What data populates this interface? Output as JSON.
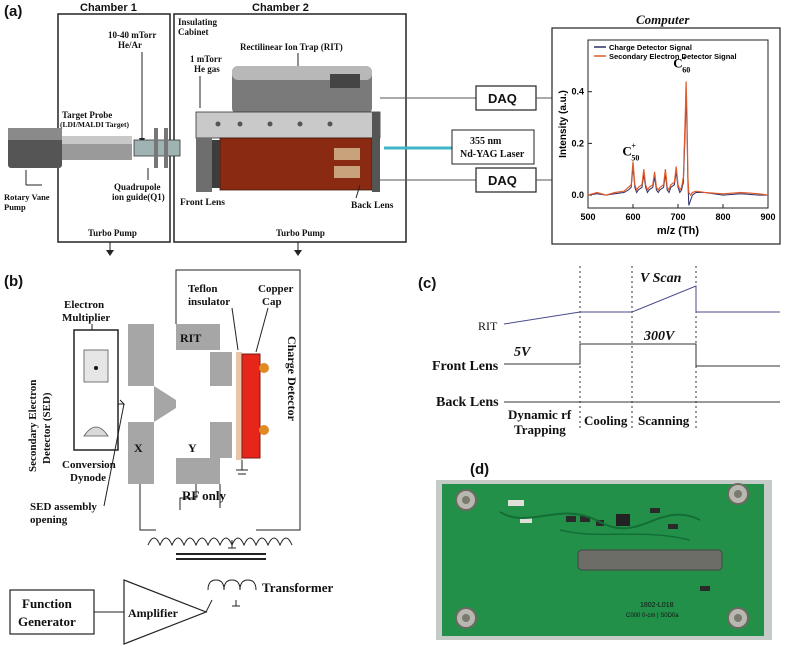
{
  "panel_labels": {
    "a": "(a)",
    "b": "(b)",
    "c": "(c)",
    "d": "(d)"
  },
  "panel_a": {
    "chamber1": "Chamber 1",
    "chamber2": "Chamber 2",
    "insulating": [
      "Insulating",
      "Cabinet"
    ],
    "pressure1": [
      "10-40 mTorr",
      "He/Ar"
    ],
    "pressure2": [
      "1 mTorr",
      "He gas"
    ],
    "rit_label": "Rectilinear Ion Trap (RIT)",
    "target_probe": [
      "Target Probe",
      "(LDI/MALDI Target)"
    ],
    "rotary_pump": [
      "Rotary Vane",
      "Pump"
    ],
    "quadrupole": [
      "Quadrupole",
      "ion guide(Q1)"
    ],
    "front_lens": "Front Lens",
    "back_lens": "Back Lens",
    "turbo1": "Turbo Pump",
    "turbo2": "Turbo Pump",
    "daq_top": "DAQ",
    "daq_bottom": "DAQ",
    "laser": [
      "355 nm",
      "Nd-YAG Laser"
    ],
    "computer": "Computer"
  },
  "chart_data": {
    "type": "line",
    "title": "",
    "xlabel": "m/z (Th)",
    "ylabel": "Intensity (a.u.)",
    "xlim": [
      500,
      900
    ],
    "ylim": [
      -0.05,
      0.6
    ],
    "xticks": [
      "500",
      "600",
      "700",
      "800",
      "900"
    ],
    "yticks": [
      "0.0",
      "0.2",
      "0.4"
    ],
    "legend": "top-left",
    "series": [
      {
        "name": "Charge Detector Signal",
        "color": "#2b2f6b",
        "x": [
          500,
          520,
          540,
          560,
          580,
          590,
          596,
          600,
          604,
          608,
          612,
          620,
          624,
          628,
          632,
          636,
          644,
          648,
          652,
          656,
          660,
          668,
          672,
          676,
          680,
          684,
          692,
          696,
          700,
          704,
          708,
          712,
          716,
          718,
          720,
          722,
          724,
          728,
          732,
          740,
          760,
          800,
          840,
          880,
          900
        ],
        "y": [
          0.0,
          0.005,
          0.0,
          0.005,
          0.01,
          0.02,
          0.03,
          0.11,
          0.03,
          0.01,
          0.02,
          0.03,
          0.08,
          0.03,
          0.01,
          0.02,
          0.03,
          0.07,
          0.02,
          0.01,
          0.02,
          0.03,
          0.08,
          0.02,
          0.01,
          0.03,
          0.04,
          0.09,
          0.03,
          0.01,
          0.02,
          0.05,
          0.25,
          0.4,
          0.25,
          0.05,
          -0.04,
          -0.02,
          0.0,
          0.01,
          0.01,
          0.0,
          0.005,
          0.0,
          0.0
        ]
      },
      {
        "name": "Secondary Electron Detector Signal",
        "color": "#e05a2a",
        "x": [
          500,
          520,
          540,
          560,
          580,
          590,
          596,
          600,
          604,
          608,
          612,
          620,
          624,
          628,
          632,
          636,
          644,
          648,
          652,
          656,
          660,
          668,
          672,
          676,
          680,
          684,
          692,
          696,
          700,
          704,
          708,
          712,
          716,
          718,
          720,
          722,
          724,
          728,
          732,
          740,
          760,
          800,
          840,
          880,
          900
        ],
        "y": [
          0.0,
          0.01,
          0.0,
          0.01,
          0.015,
          0.03,
          0.04,
          0.13,
          0.04,
          0.02,
          0.03,
          0.04,
          0.1,
          0.04,
          0.02,
          0.03,
          0.04,
          0.09,
          0.03,
          0.02,
          0.03,
          0.04,
          0.1,
          0.03,
          0.02,
          0.04,
          0.05,
          0.11,
          0.04,
          0.02,
          0.03,
          0.07,
          0.3,
          0.44,
          0.3,
          0.07,
          0.01,
          0.0,
          0.01,
          0.015,
          0.01,
          0.005,
          0.01,
          0.005,
          0.0
        ]
      }
    ],
    "annotations": [
      {
        "text": "C",
        "sup": "+",
        "sub": "50",
        "x": 603,
        "y": 0.13
      },
      {
        "text": "C",
        "sup": "+",
        "sub": "60",
        "x": 716,
        "y": 0.47
      }
    ]
  },
  "panel_b": {
    "electron_multiplier": [
      "Electron",
      "Multiplier"
    ],
    "sed": [
      "Secondary Electron",
      "Detector (SED)"
    ],
    "conversion": [
      "Conversion",
      "Dynode"
    ],
    "sed_opening": [
      "SED assembly",
      "opening"
    ],
    "teflon": [
      "Teflon",
      "insulator"
    ],
    "copper": [
      "Copper",
      "Cap"
    ],
    "rit": "RIT",
    "charge_detector": "Charge Detector",
    "x_label": "X",
    "y_label": "Y",
    "rf_only": "RF only",
    "transformer": "Transformer",
    "function_generator": [
      "Function",
      "Generator"
    ],
    "amplifier": "Amplifier"
  },
  "panel_c": {
    "v_scan": "V Scan",
    "v300": "300V",
    "v5": "5V",
    "rows": [
      "RIT",
      "Front Lens",
      "Back Lens"
    ],
    "phases": [
      "Dynamic rf",
      "Trapping",
      "Cooling",
      "Scanning"
    ]
  },
  "panel_d": {
    "pcb_text": [
      "1802-L018",
      "C000 0-cm | S0D0a"
    ]
  }
}
